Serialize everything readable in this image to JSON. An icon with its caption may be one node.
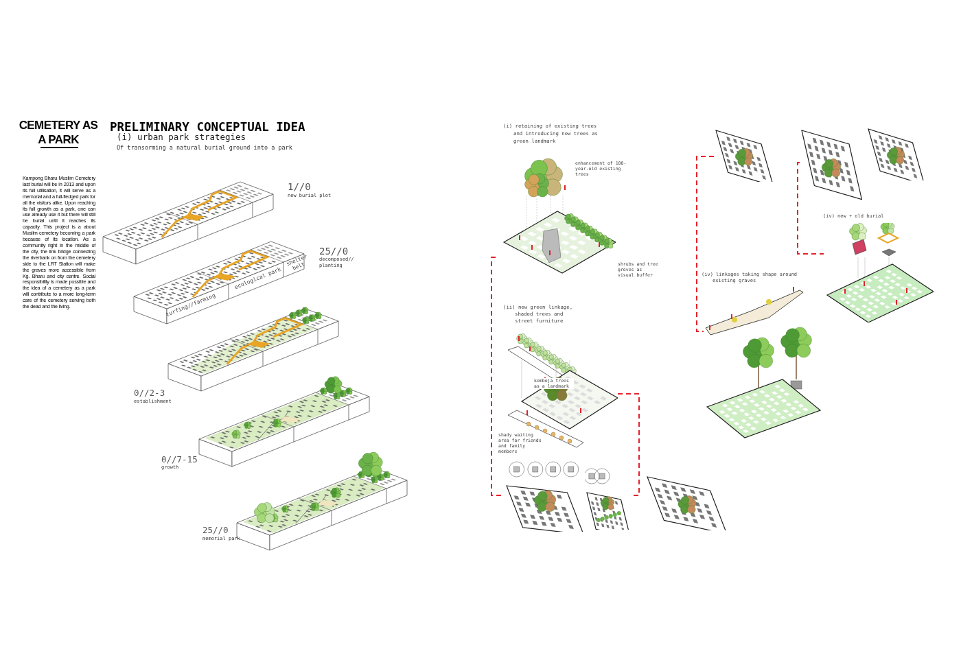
{
  "diagram": {
    "title": "CEMETERY AS A PARK",
    "nodes": [
      {
        "text": [],
        "shape": "picture",
        "beside": [
          "(i) retaining of existing trees and introducing new trees as green landmark",
          "enhancement of 100-year-old existing trees",
          "shrubs and tree groves as visual buffer"
        ]
      },
      {
        "text": [],
        "shape": "picture",
        "beside": [
          "(ii) new green linkage, shaded trees and street furniture"
        ]
      },
      {
        "text": [],
        "shape": "picture"
      },
      {
        "text": [],
        "shape": "picture"
      },
      {
        "text": [],
        "shape": "picture"
      },
      {
        "text": [],
        "shape": "picture"
      },
      {
        "text": [],
        "shape": "picture"
      },
      {
        "text": [],
        "shape": "picture"
      },
      {
        "text": [],
        "shape": "picture",
        "beside": [
          "(iv) linkages taking shape around existing graves"
        ]
      },
      {
        "text": [],
        "shape": "picture",
        "beside": [
          "(iv) new + old burial"
        ]
      }
    ],
    "edges": [
      {
        "from": 0,
        "to": 2,
        "arrow": "none",
        "style": "dashed"
      },
      {
        "from": 1,
        "to": 3,
        "arrow": "none",
        "style": "dashed"
      },
      {
        "from": 5,
        "to": 8,
        "arrow": "none",
        "style": "dashed"
      },
      {
        "from": 6,
        "to": 9,
        "arrow": "none",
        "style": "dashed"
      }
    ],
    "labels": [
      "PRELIMINARY CONCEPTUAL IDEA",
      "(i) urban park strategies",
      "Of transorming a natural burial ground into a park",
      "Kampong Bharu Muslim Cemetery last burial will be in 2013 and upon its full utilisation, it will serve as a memorial and a full-fledged park for all the visitors alike. Upon reaching its full growth as a park, one can use already use it but there will still be burial until it reaches its capacity. This project is a about Muslim cemetery becoming a park because of its location. As a community right in the middle of the city, the link bridge connecting the riverbank on from the cemetery side to the LRT Station will make the graves more accessible from Kg. Bharu and city centre. Social responsibility is made possible and the idea of a cemetery as a park will contribute to a more long-term care of the cemetery serving both the dead and the living.",
      "1//0",
      "new burial plot",
      "25//0",
      "decomposed// planting",
      "shelter belt",
      "ecological park",
      "turfing//farming",
      "0//2-3",
      "establishment",
      "0//7-15",
      "growth",
      "25//0",
      "memorial park",
      "kemboja trees as a landmark",
      "shady waiting area for friends and family members"
    ]
  }
}
